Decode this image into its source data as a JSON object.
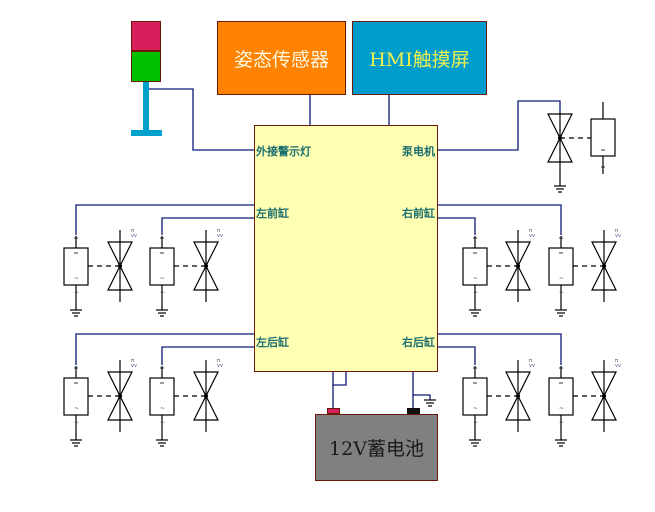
{
  "diagram": {
    "controller": {
      "labels": {
        "warning_light": "外接警示灯",
        "pump_motor": "泵电机",
        "left_front_cylinder": "左前缸",
        "right_front_cylinder": "右前缸",
        "left_rear_cylinder": "左后缸",
        "right_rear_cylinder": "右后缸"
      }
    },
    "attitude_sensor": {
      "label": "姿态传感器"
    },
    "hmi": {
      "label": "HMI触摸屏"
    },
    "battery": {
      "label": "12V蓄电池"
    },
    "colors": {
      "controller_fill": "#ffffb4",
      "controller_border": "#6b1a0a",
      "sensor_fill": "#ff8200",
      "sensor_text": "#fff8e0",
      "hmi_fill": "#009ccc",
      "hmi_text": "#f0f050",
      "battery_fill": "#808080",
      "battery_text": "#1a1a1a",
      "wire": "#0a1a7a",
      "lamp_red": "#d81e5b",
      "lamp_green": "#00c000",
      "lamp_pole": "#00a0cc",
      "terminal_pos": "#d81e5b",
      "terminal_neg": "#111111"
    }
  }
}
